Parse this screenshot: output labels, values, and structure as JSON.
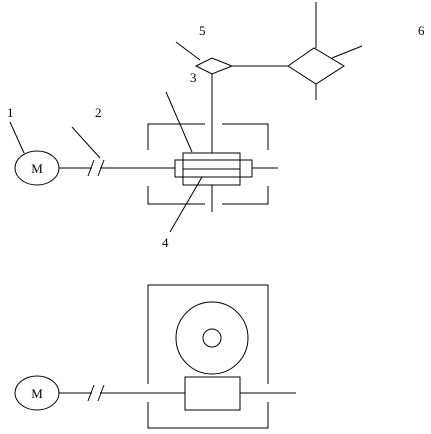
{
  "labels": {
    "motor": "1",
    "coupling": "2",
    "part3": "3",
    "part4": "4",
    "part5": "5",
    "part6": "6"
  },
  "motor_symbol": "M",
  "colors": {
    "line": "#000000",
    "background": "#ffffff"
  }
}
